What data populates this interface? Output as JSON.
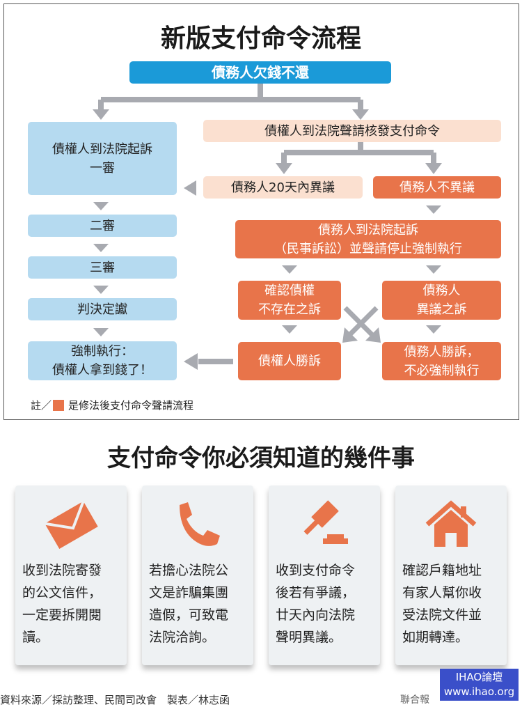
{
  "flow": {
    "title": "新版支付命令流程",
    "start": "債務人欠錢不還",
    "left_sue": "債權人到法院起訴\n一審",
    "apply": "債權人到法院聲請核發支付命令",
    "objection20": "債務人20天內異議",
    "no_objection": "債務人不異議",
    "second": "二審",
    "third": "三審",
    "final": "判決定讞",
    "enforce": "強制執行：\n債權人拿到錢了！",
    "debtor_sue": "債務人到法院起訴\n（民事訴訟）並聲請停止強制執行",
    "confirm": "確認債權\n不存在之訴",
    "debtor_obj": "債務人\n異議之訴",
    "creditor_win": "債權人勝訴",
    "debtor_win": "債務人勝訴，\n不必強制執行",
    "note_prefix": "註／",
    "note_text": "是修法後支付命令聲請流程"
  },
  "tips": {
    "title": "支付命令你必須知道的幾件事",
    "cards": [
      {
        "icon": "envelope-icon",
        "text": "收到法院寄發\n的公文信件，\n一定要拆開閱\n讀。"
      },
      {
        "icon": "phone-icon",
        "text": "若擔心法院公\n文是詐騙集團\n造假，可致電\n法院洽詢。"
      },
      {
        "icon": "gavel-icon",
        "text": "收到支付命令\n後若有爭議，\n廿天內向法院\n聲明異議。"
      },
      {
        "icon": "house-icon",
        "text": "確認戶籍地址\n有家人幫你收\n受法院文件並\n如期轉達。"
      }
    ]
  },
  "footer": {
    "source": "資料來源／採訪整理、民間司改會　製表／林志函",
    "paper": "聯合報"
  },
  "watermark": {
    "line1": "IHAO論壇",
    "line2": "www.ihao.org"
  },
  "colors": {
    "blue": "#1b9ad8",
    "light_blue": "#b5daf0",
    "peach": "#fbe0d0",
    "orange": "#e8744a",
    "arrow": "#a8aab0"
  }
}
